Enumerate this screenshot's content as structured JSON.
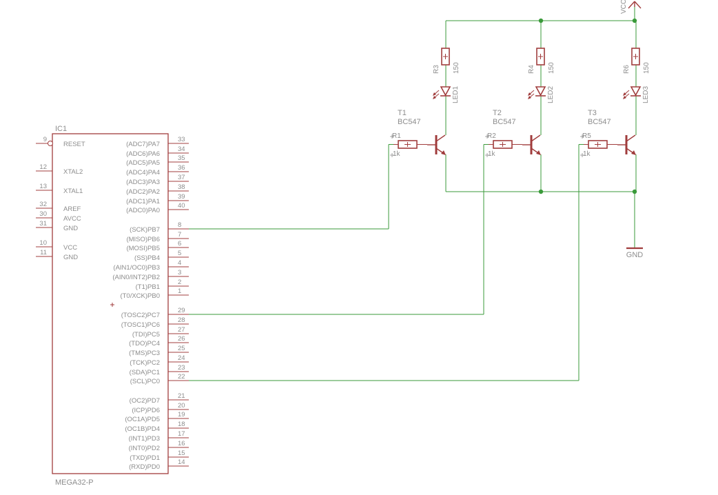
{
  "colors": {
    "part": "#a03c3c",
    "wire": "#3a9a3a",
    "label": "#8c8c8c"
  },
  "chip": {
    "name": "IC1",
    "value": "MEGA32-P",
    "left_pins": [
      {
        "name": "RESET",
        "num": "9"
      },
      {
        "name": "XTAL2",
        "num": "12"
      },
      {
        "name": "XTAL1",
        "num": "13"
      },
      {
        "name": "AREF",
        "num": "32"
      },
      {
        "name": "AVCC",
        "num": "30"
      },
      {
        "name": "GND",
        "num": "31"
      },
      {
        "name": "VCC",
        "num": "10"
      },
      {
        "name": "GND",
        "num": "11"
      }
    ],
    "right_pins": [
      {
        "name": "(ADC7)PA7",
        "num": "33"
      },
      {
        "name": "(ADC6)PA6",
        "num": "34"
      },
      {
        "name": "(ADC5)PA5",
        "num": "35"
      },
      {
        "name": "(ADC4)PA4",
        "num": "36"
      },
      {
        "name": "(ADC3)PA3",
        "num": "37"
      },
      {
        "name": "(ADC2)PA2",
        "num": "38"
      },
      {
        "name": "(ADC1)PA1",
        "num": "39"
      },
      {
        "name": "(ADC0)PA0",
        "num": "40"
      },
      {
        "name": "(SCK)PB7",
        "num": "8"
      },
      {
        "name": "(MISO)PB6",
        "num": "7"
      },
      {
        "name": "(MOSI)PB5",
        "num": "6"
      },
      {
        "name": "(SS)PB4",
        "num": "5"
      },
      {
        "name": "(AIN1/OC0)PB3",
        "num": "4"
      },
      {
        "name": "(AIN0/INT2)PB2",
        "num": "3"
      },
      {
        "name": "(T1)PB1",
        "num": "2"
      },
      {
        "name": "(T0/XCK)PB0",
        "num": "1"
      },
      {
        "name": "(TOSC2)PC7",
        "num": "29"
      },
      {
        "name": "(TOSC1)PC6",
        "num": "28"
      },
      {
        "name": "(TDI)PC5",
        "num": "27"
      },
      {
        "name": "(TDO)PC4",
        "num": "26"
      },
      {
        "name": "(TMS)PC3",
        "num": "25"
      },
      {
        "name": "(TCK)PC2",
        "num": "24"
      },
      {
        "name": "(SDA)PC1",
        "num": "23"
      },
      {
        "name": "(SCL)PC0",
        "num": "22"
      },
      {
        "name": "(OC2)PD7",
        "num": "21"
      },
      {
        "name": "(ICP)PD6",
        "num": "20"
      },
      {
        "name": "(OC1A)PD5",
        "num": "19"
      },
      {
        "name": "(OC1B)PD4",
        "num": "18"
      },
      {
        "name": "(INT1)PD3",
        "num": "17"
      },
      {
        "name": "(INT0)PD2",
        "num": "16"
      },
      {
        "name": "(TXD)PD1",
        "num": "15"
      },
      {
        "name": "(RXD)PD0",
        "num": "14"
      }
    ]
  },
  "stages": [
    {
      "base_resistor": "R1",
      "base_value": "1k",
      "transistor": "T1",
      "transistor_value": "BC547",
      "load_resistor": "R3",
      "load_value": "150",
      "led": "LED1"
    },
    {
      "base_resistor": "R2",
      "base_value": "1k",
      "transistor": "T2",
      "transistor_value": "BC547",
      "load_resistor": "R4",
      "load_value": "150",
      "led": "LED2"
    },
    {
      "base_resistor": "R5",
      "base_value": "1k",
      "transistor": "T3",
      "transistor_value": "BC547",
      "load_resistor": "R6",
      "load_value": "150",
      "led": "LED3"
    }
  ],
  "supply": {
    "vcc": "VCC",
    "gnd": "GND"
  }
}
